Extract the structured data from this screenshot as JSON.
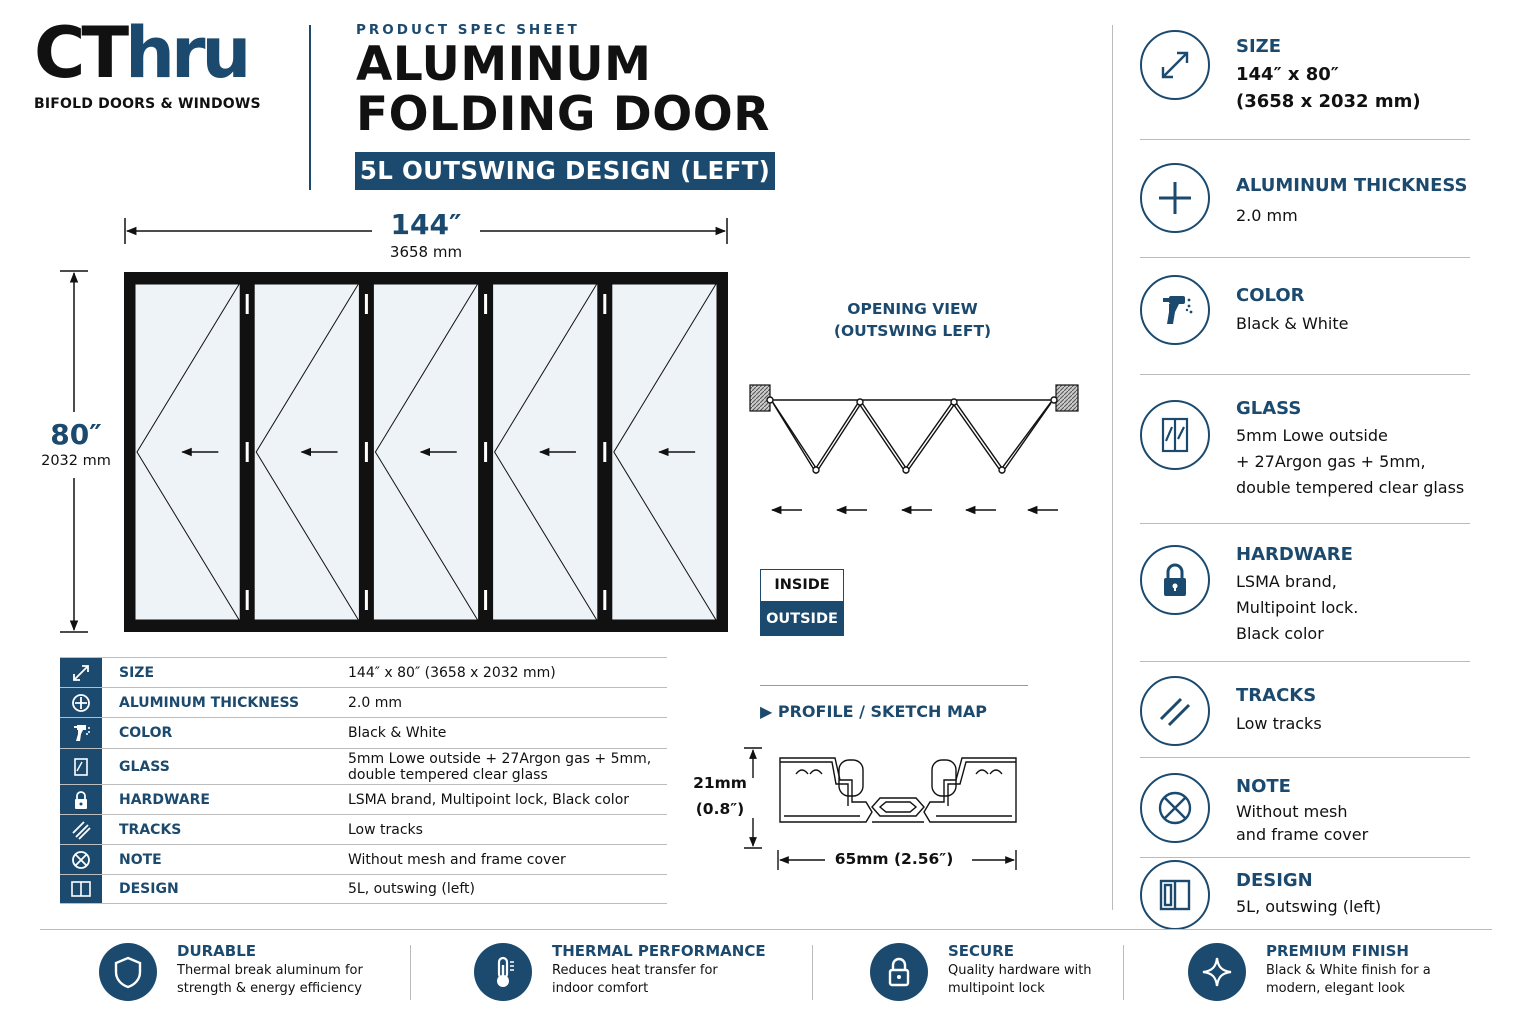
{
  "header": {
    "logo_dark": "CT",
    "logo_blue": "hru",
    "logo_sub": "BIFOLD DOORS & WINDOWS",
    "kicker": "PRODUCT SPEC SHEET",
    "title_line1": "ALUMINUM",
    "title_line2": "FOLDING DOOR",
    "banner": "5L OUTSWING DESIGN (LEFT)"
  },
  "drawing": {
    "width_in": "144″",
    "width_mm": "3658 mm",
    "height_in": "80″",
    "height_mm": "2032 mm",
    "panel_count": 5
  },
  "opening_view": {
    "title_line1": "OPENING VIEW",
    "title_line2": "(OUTSWING LEFT)",
    "inside": "INSIDE",
    "outside": "OUTSIDE"
  },
  "profile": {
    "title": "PROFILE / SKETCH MAP",
    "height_mm": "21mm",
    "height_in": "(0.8″)",
    "width": "65mm (2.56″)"
  },
  "spec_table": [
    {
      "icon": "resize-icon",
      "label": "SIZE",
      "value": "144″ x 80″ (3658 x 2032 mm)"
    },
    {
      "icon": "plus-circle-icon",
      "label": "ALUMINUM THICKNESS",
      "value": "2.0 mm"
    },
    {
      "icon": "spray-gun-icon",
      "label": "COLOR",
      "value": "Black & White"
    },
    {
      "icon": "glass-icon",
      "label": "GLASS",
      "value": "5mm Lowe outside + 27Argon gas + 5mm,\ndouble tempered clear glass"
    },
    {
      "icon": "lock-icon",
      "label": "HARDWARE",
      "value": "LSMA brand, Multipoint lock, Black color"
    },
    {
      "icon": "tracks-icon",
      "label": "TRACKS",
      "value": "Low tracks"
    },
    {
      "icon": "no-mesh-icon",
      "label": "NOTE",
      "value": "Without mesh and frame cover"
    },
    {
      "icon": "design-icon",
      "label": "DESIGN",
      "value": "5L, outswing (left)"
    }
  ],
  "side_specs": {
    "size": {
      "label": "SIZE",
      "line1": "144″ x 80″",
      "line2": "(3658 x 2032 mm)"
    },
    "thickness": {
      "label": "ALUMINUM THICKNESS",
      "line1": "2.0 mm"
    },
    "color": {
      "label": "COLOR",
      "line1": "Black & White"
    },
    "glass": {
      "label": "GLASS",
      "line1": "5mm Lowe outside",
      "line2": "+ 27Argon gas + 5mm,",
      "line3": "double tempered clear glass"
    },
    "hardware": {
      "label": "HARDWARE",
      "line1": "LSMA brand,",
      "line2": "Multipoint lock.",
      "line3": "Black color"
    },
    "tracks": {
      "label": "TRACKS",
      "line1": "Low tracks"
    },
    "note": {
      "label": "NOTE",
      "line1": "Without mesh",
      "line2": "and frame cover"
    },
    "design": {
      "label": "DESIGN",
      "line1": "5L, outswing (left)"
    }
  },
  "footer": [
    {
      "icon": "shield-icon",
      "title": "DURABLE",
      "desc": "Thermal break aluminum for strength & energy efficiency"
    },
    {
      "icon": "thermometer-icon",
      "title": "THERMAL PERFORMANCE",
      "desc": "Reduces heat transfer for indoor comfort"
    },
    {
      "icon": "padlock-icon",
      "title": "SECURE",
      "desc": "Quality hardware with multipoint lock"
    },
    {
      "icon": "sparkle-icon",
      "title": "PREMIUM FINISH",
      "desc": "Black & White finish for a modern, elegant look"
    }
  ],
  "colors": {
    "brand": "#1b4a6e",
    "frame": "#111111",
    "glass": "#eef3f7"
  }
}
